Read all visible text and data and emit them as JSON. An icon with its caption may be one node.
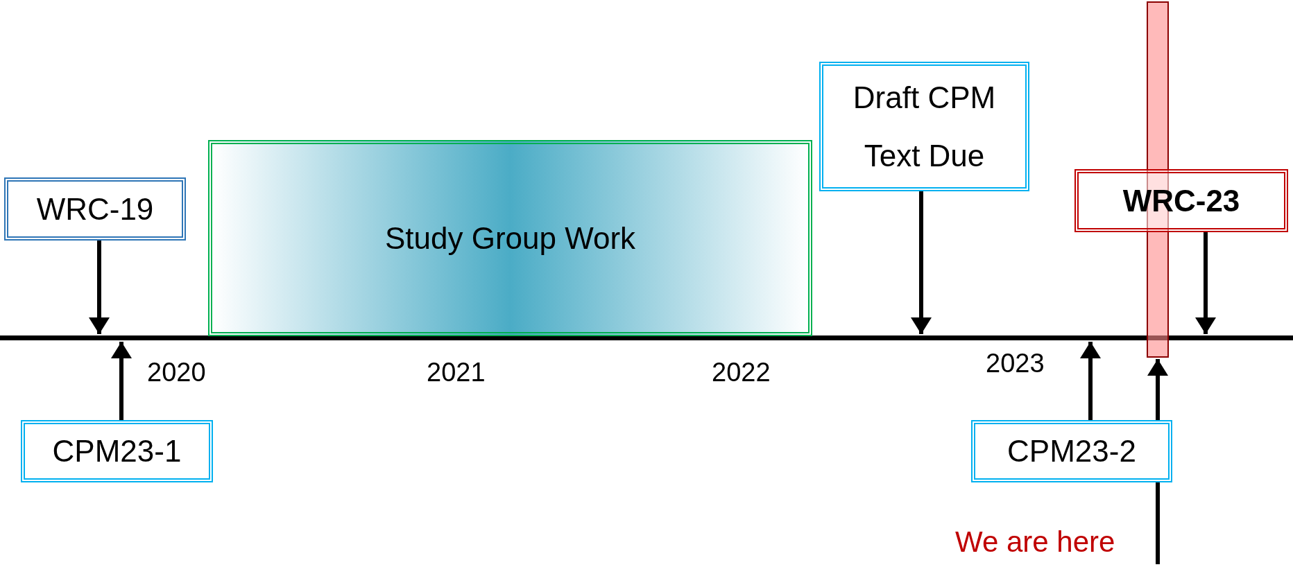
{
  "diagram": {
    "nodes": [
      {
        "text": [
          "WRC-19"
        ]
      },
      {
        "text": [
          "Study Group Work"
        ]
      },
      {
        "text": [
          "Draft CPM Text Due"
        ]
      },
      {
        "text": [
          "WRC-23"
        ]
      },
      {
        "text": [],
        "shape": "bar"
      },
      {
        "text": [
          "CPM23-1"
        ]
      },
      {
        "text": [
          "CPM23-2"
        ]
      },
      {
        "text": [],
        "shape": "line"
      }
    ],
    "edges": [
      {
        "from": 0,
        "to": 7,
        "arrow": "to"
      },
      {
        "from": 2,
        "to": 7,
        "arrow": "to"
      },
      {
        "from": 3,
        "to": 7,
        "arrow": "to"
      },
      {
        "from": 5,
        "to": 7,
        "arrow": "to"
      },
      {
        "from": 6,
        "to": 7,
        "arrow": "to"
      },
      {
        "from": null,
        "to": 4,
        "arrow": "to",
        "label": "We are here"
      }
    ],
    "labels": [
      "2020",
      "2021",
      "2022",
      "2023"
    ]
  }
}
